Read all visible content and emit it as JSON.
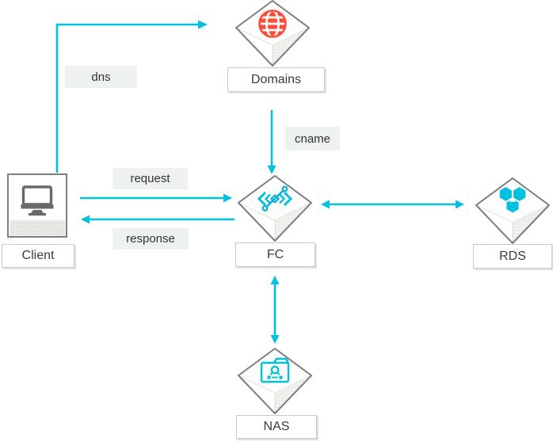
{
  "diagram": {
    "title": "",
    "nodes": [
      {
        "id": "client",
        "label": "Client",
        "icon": "monitor-icon",
        "shape": "rect"
      },
      {
        "id": "domains",
        "label": "Domains",
        "icon": "globe-icon",
        "shape": "iso-hexagon"
      },
      {
        "id": "fc",
        "label": "FC",
        "icon": "function-compute-icon",
        "shape": "iso-hexagon"
      },
      {
        "id": "rds",
        "label": "RDS",
        "icon": "database-hexagons-icon",
        "shape": "iso-hexagon"
      },
      {
        "id": "nas",
        "label": "NAS",
        "icon": "shared-folder-icon",
        "shape": "iso-hexagon"
      }
    ],
    "edges": [
      {
        "from": "client",
        "to": "domains",
        "label": "dns",
        "direction": "one-way"
      },
      {
        "from": "domains",
        "to": "fc",
        "label": "cname",
        "direction": "one-way"
      },
      {
        "from": "client",
        "to": "fc",
        "label": "request",
        "direction": "one-way"
      },
      {
        "from": "fc",
        "to": "client",
        "label": "response",
        "direction": "one-way"
      },
      {
        "from": "fc",
        "to": "rds",
        "label": "",
        "direction": "two-way"
      },
      {
        "from": "fc",
        "to": "nas",
        "label": "",
        "direction": "two-way"
      }
    ]
  },
  "colors": {
    "arrow_color": "#00c1de",
    "icon_cyan": "#00c1de",
    "icon_cyan_dark": "#00aed6",
    "globe_red": "#ff4a38",
    "node_border": "#7e7e7e",
    "label_border": "#c9c9c9",
    "label_text": "#3c3c3c",
    "edge_label_bg": "#eef1f2",
    "edge_label_text": "#333333"
  }
}
